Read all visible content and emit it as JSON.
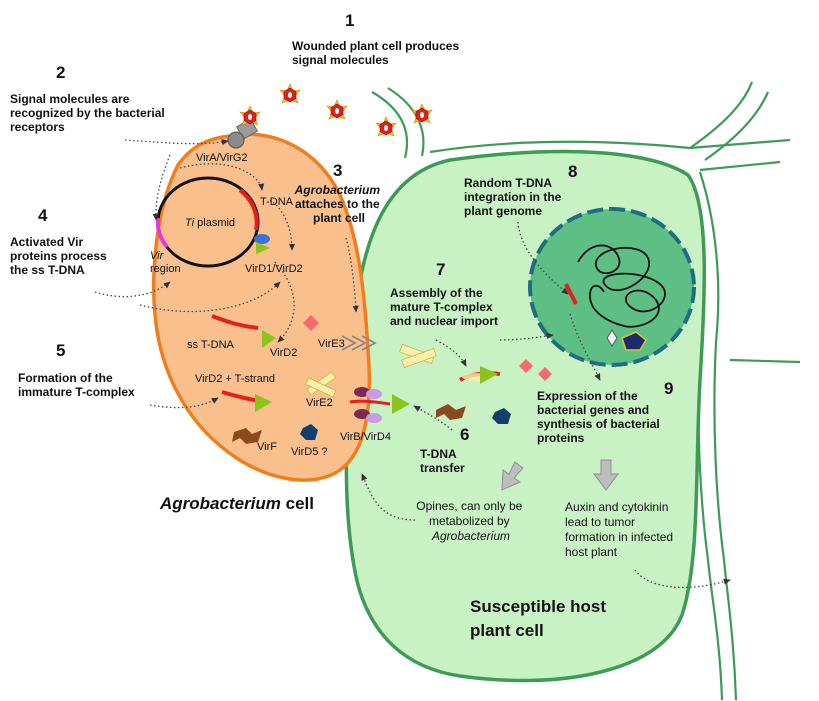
{
  "steps": [
    {
      "number": "1",
      "lines": [
        "Wounded plant cell produces",
        "signal molecules"
      ]
    },
    {
      "number": "2",
      "lines": [
        "Signal molecules are",
        "recognized by the bacterial",
        "receptors"
      ]
    },
    {
      "number": "3",
      "lines": [
        "Agrobacterium",
        "attaches to the",
        "plant cell"
      ]
    },
    {
      "number": "4",
      "lines": [
        "Activated Vir",
        "proteins process",
        "the ss T-DNA"
      ]
    },
    {
      "number": "5",
      "lines": [
        "Formation of the",
        "immature T-complex"
      ]
    },
    {
      "number": "6",
      "lines": [
        "T-DNA",
        "transfer"
      ]
    },
    {
      "number": "7",
      "lines": [
        "Assembly of the",
        "mature T-complex",
        "and nuclear import"
      ]
    },
    {
      "number": "8",
      "lines": [
        "Random T-DNA",
        "integration in the",
        "plant genome"
      ]
    },
    {
      "number": "9",
      "lines": [
        "Expression of the",
        "bacterial genes and",
        "synthesis of bacterial",
        "proteins"
      ]
    }
  ],
  "bacterium": {
    "virA_label": "VirA/VirG2",
    "tdna_label": "T-DNA",
    "ti_plasmid_italic": "Ti",
    "ti_plasmid_rest": " plasmid",
    "vir_region_italic": "Vir",
    "vir_region_rest": "region",
    "virD1D2_label": "VirD1/VirD2",
    "ss_tdna_label": "ss T-DNA",
    "virD2_label": "VirD2",
    "virE3_label": "VirE3",
    "virD2_tstrand_label": "VirD2 + T-strand",
    "virE2_label": "VirE2",
    "virF_label": "VirF",
    "virD5_label": "VirD5 ?",
    "virB_label": "VirB/VirD4",
    "cell_label_italic": "Agrobacterium",
    "cell_label_rest": " cell"
  },
  "plant": {
    "opines_lines": [
      "Opines, can only be",
      "metabolized by",
      "Agrobacterium"
    ],
    "auxin_lines": [
      "Auxin and cytokinin",
      "lead to tumor",
      "formation in infected",
      "host plant"
    ],
    "cell_label_lines": [
      "Susceptible host",
      "plant cell"
    ]
  },
  "colors": {
    "bacterium_fill": "#f9c08e",
    "bacterium_stroke": "#f07e1c",
    "plant_fill": "#c9f2c4",
    "plant_stroke": "#3e9b57",
    "nucleus_fill": "#5dbf84",
    "tdna_red": "#e3201b",
    "virD2_green": "#8bc21c",
    "vir_region_magenta": "#e43ad9",
    "virE2_yellow": "#f7efaa",
    "virF_brown": "#8b4a1d",
    "virD5_navy": "#123f6e",
    "virE3_pink": "#f46a73",
    "signal_red": "#e0201b",
    "signal_yellow": "#f4c430"
  }
}
